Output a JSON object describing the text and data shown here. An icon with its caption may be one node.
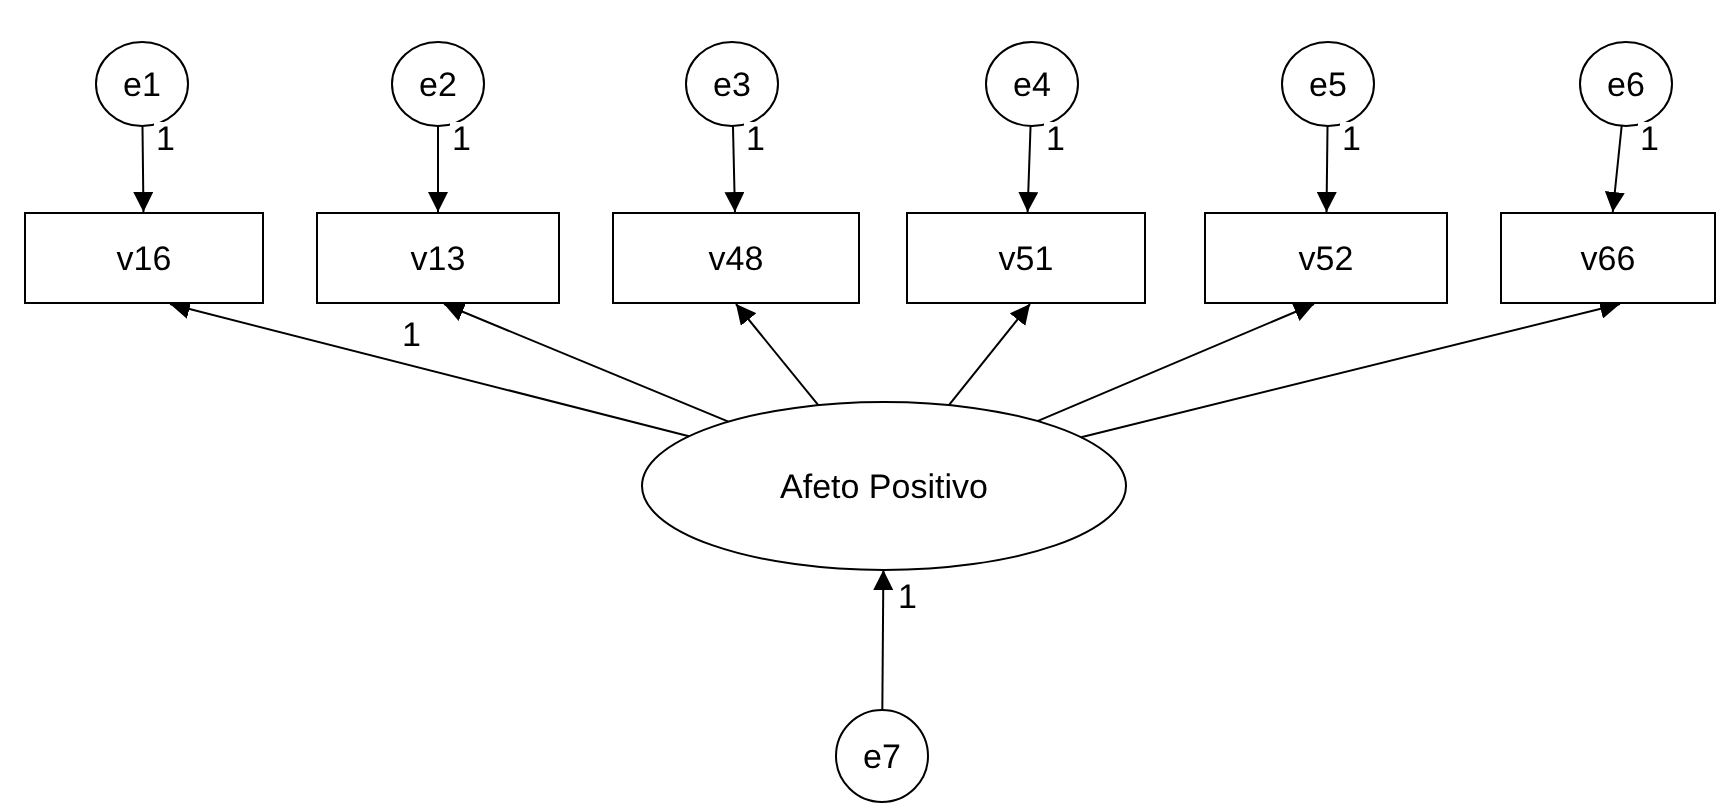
{
  "diagram": {
    "nodes": [
      {
        "text": [
          "e1"
        ]
      },
      {
        "text": [
          "e2"
        ]
      },
      {
        "text": [
          "e3"
        ]
      },
      {
        "text": [
          "e4"
        ]
      },
      {
        "text": [
          "e5"
        ]
      },
      {
        "text": [
          "e6"
        ]
      },
      {
        "text": [
          "v16"
        ]
      },
      {
        "text": [
          "v13"
        ]
      },
      {
        "text": [
          "v48"
        ]
      },
      {
        "text": [
          "v51"
        ]
      },
      {
        "text": [
          "v52"
        ]
      },
      {
        "text": [
          "v66"
        ]
      },
      {
        "text": [
          "Afeto Positivo"
        ]
      },
      {
        "text": [
          "e7"
        ]
      }
    ],
    "edges": [
      {
        "from": 0,
        "to": 6,
        "arrow": "to",
        "label": "1"
      },
      {
        "from": 1,
        "to": 7,
        "arrow": "to",
        "label": "1"
      },
      {
        "from": 2,
        "to": 8,
        "arrow": "to",
        "label": "1"
      },
      {
        "from": 3,
        "to": 9,
        "arrow": "to",
        "label": "1"
      },
      {
        "from": 4,
        "to": 10,
        "arrow": "to",
        "label": "1"
      },
      {
        "from": 5,
        "to": 11,
        "arrow": "to",
        "label": "1"
      },
      {
        "from": 12,
        "to": 6,
        "arrow": "to"
      },
      {
        "from": 12,
        "to": 7,
        "arrow": "to",
        "label": "1"
      },
      {
        "from": 12,
        "to": 8,
        "arrow": "to"
      },
      {
        "from": 12,
        "to": 9,
        "arrow": "to"
      },
      {
        "from": 12,
        "to": 10,
        "arrow": "to"
      },
      {
        "from": 12,
        "to": 11,
        "arrow": "to"
      },
      {
        "from": 13,
        "to": 12,
        "arrow": "to",
        "label": "1"
      }
    ]
  }
}
